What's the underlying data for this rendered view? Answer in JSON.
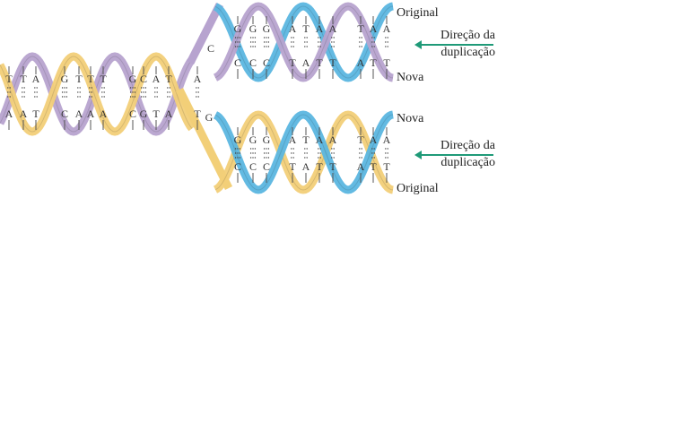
{
  "diagram": {
    "title": "DNA semiconservative replication",
    "colors": {
      "original_purple": "#b7a3cf",
      "original_yellow": "#f2cf78",
      "new_blue": "#5bb6e0",
      "arrow_green": "#1f9a78",
      "base_text": "#333333",
      "background": "#ffffff"
    },
    "parent_helix": {
      "pairs": [
        {
          "top": "T",
          "bottom": "A"
        },
        {
          "top": "T",
          "bottom": "A"
        },
        {
          "top": "A",
          "bottom": "T"
        },
        {
          "top": "G",
          "bottom": "C"
        },
        {
          "top": "T",
          "bottom": "A"
        },
        {
          "top": "T",
          "bottom": "A"
        },
        {
          "top": "T",
          "bottom": "A"
        },
        {
          "top": "G",
          "bottom": "C"
        },
        {
          "top": "C",
          "bottom": "G"
        },
        {
          "top": "A",
          "bottom": "T"
        },
        {
          "top": "T",
          "bottom": "A"
        },
        {
          "top": "A",
          "bottom": "T"
        }
      ],
      "fork_bases": {
        "top": "C",
        "bottom": "G"
      }
    },
    "top_daughter": {
      "strand_labels": {
        "upper": "Original",
        "lower": "Nova"
      },
      "pairs": [
        {
          "top": "G",
          "bottom": "C"
        },
        {
          "top": "G",
          "bottom": "C"
        },
        {
          "top": "G",
          "bottom": "C"
        },
        {
          "top": "A",
          "bottom": "T"
        },
        {
          "top": "T",
          "bottom": "A"
        },
        {
          "top": "A",
          "bottom": "T"
        },
        {
          "top": "A",
          "bottom": "T"
        },
        {
          "top": "T",
          "bottom": "A"
        },
        {
          "top": "A",
          "bottom": "T"
        },
        {
          "top": "A",
          "bottom": "T"
        }
      ],
      "direction_label": [
        "Direção da",
        "duplicação"
      ]
    },
    "bottom_daughter": {
      "strand_labels": {
        "upper": "Nova",
        "lower": "Original"
      },
      "pairs": [
        {
          "top": "G",
          "bottom": "C"
        },
        {
          "top": "G",
          "bottom": "C"
        },
        {
          "top": "G",
          "bottom": "C"
        },
        {
          "top": "A",
          "bottom": "T"
        },
        {
          "top": "T",
          "bottom": "A"
        },
        {
          "top": "A",
          "bottom": "T"
        },
        {
          "top": "A",
          "bottom": "T"
        },
        {
          "top": "T",
          "bottom": "A"
        },
        {
          "top": "A",
          "bottom": "T"
        },
        {
          "top": "A",
          "bottom": "T"
        }
      ],
      "direction_label": [
        "Direção da",
        "duplicação"
      ]
    }
  }
}
